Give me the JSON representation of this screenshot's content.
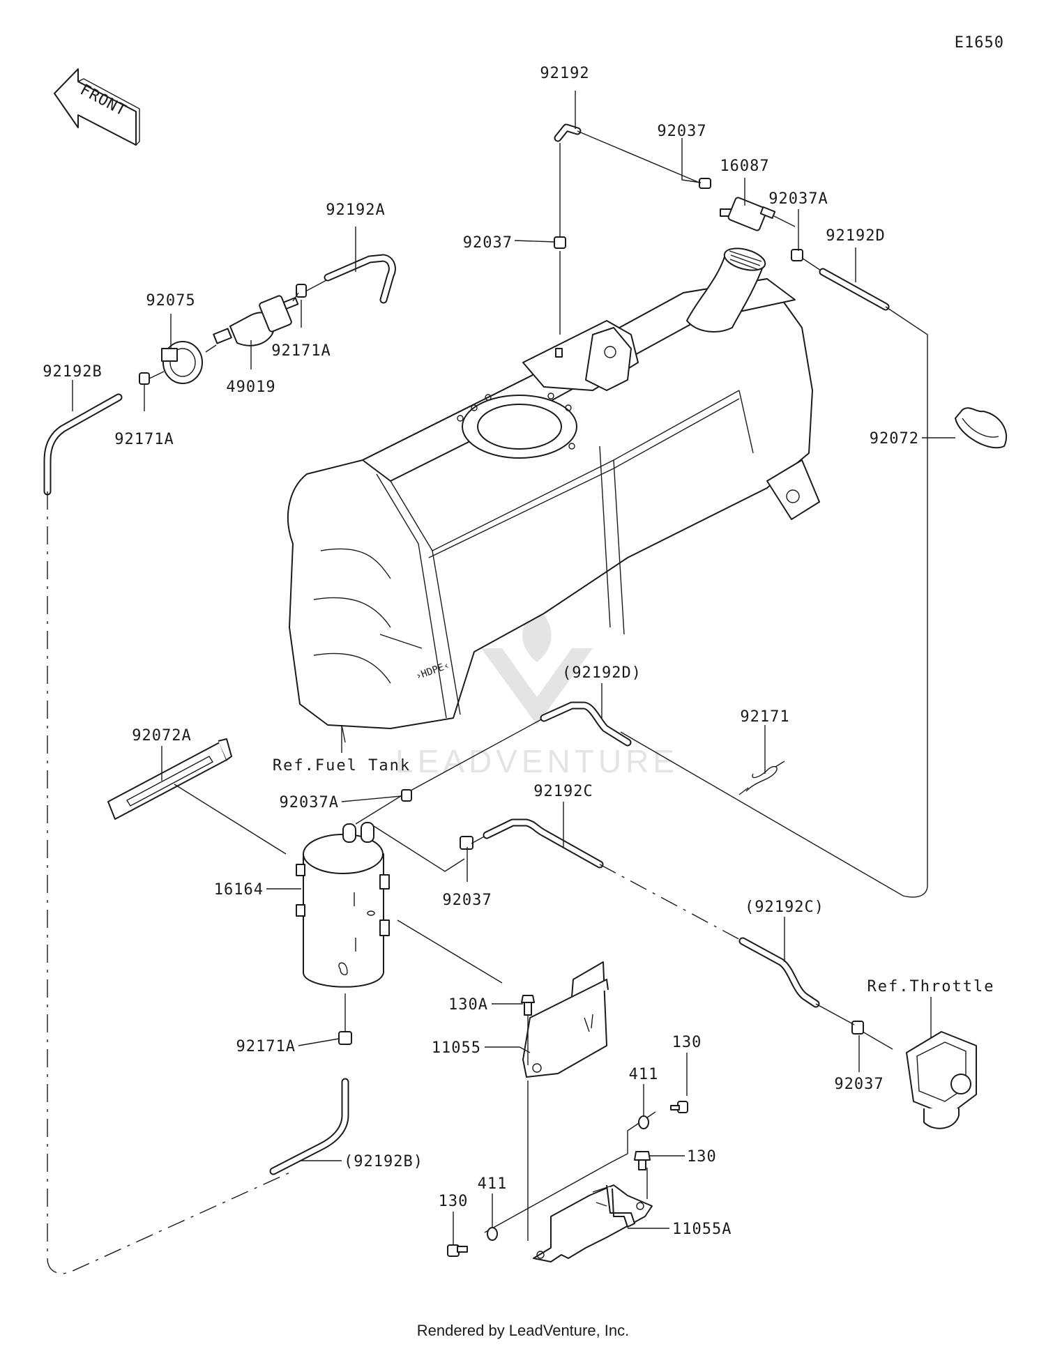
{
  "diagram_id": "E1650",
  "front_label": "FRONT",
  "watermark": "LEADVENTURE",
  "tank_badge": "›HDPE‹",
  "labels": {
    "p92192_top": "92192",
    "p92037_a": "92037",
    "p16087": "16087",
    "p92037A_top": "92037A",
    "p92192D": "92192D",
    "p92037_left": "92037",
    "p92192A": "92192A",
    "p92075": "92075",
    "p92171A_right": "92171A",
    "p49019": "49019",
    "p92192B": "92192B",
    "p92171A_left": "92171A",
    "p92072": "92072",
    "p92192D_ref": "(92192D)",
    "p92171": "92171",
    "p92072A": "92072A",
    "ref_fuel_tank": "Ref.Fuel Tank",
    "p92037A_mid": "92037A",
    "p92192C": "92192C",
    "p16164": "16164",
    "p92037_mid": "92037",
    "p92192C_ref": "(92192C)",
    "ref_throttle": "Ref.Throttle",
    "p130A": "130A",
    "p11055": "11055",
    "p92171A_bottom": "92171A",
    "p92037_right": "92037",
    "p130_top": "130",
    "p411_top": "411",
    "p130_mid": "130",
    "p92192B_ref": "(92192B)",
    "p411_bottom": "411",
    "p130_bottom": "130",
    "p11055A": "11055A"
  },
  "footer": "Rendered by LeadVenture, Inc."
}
